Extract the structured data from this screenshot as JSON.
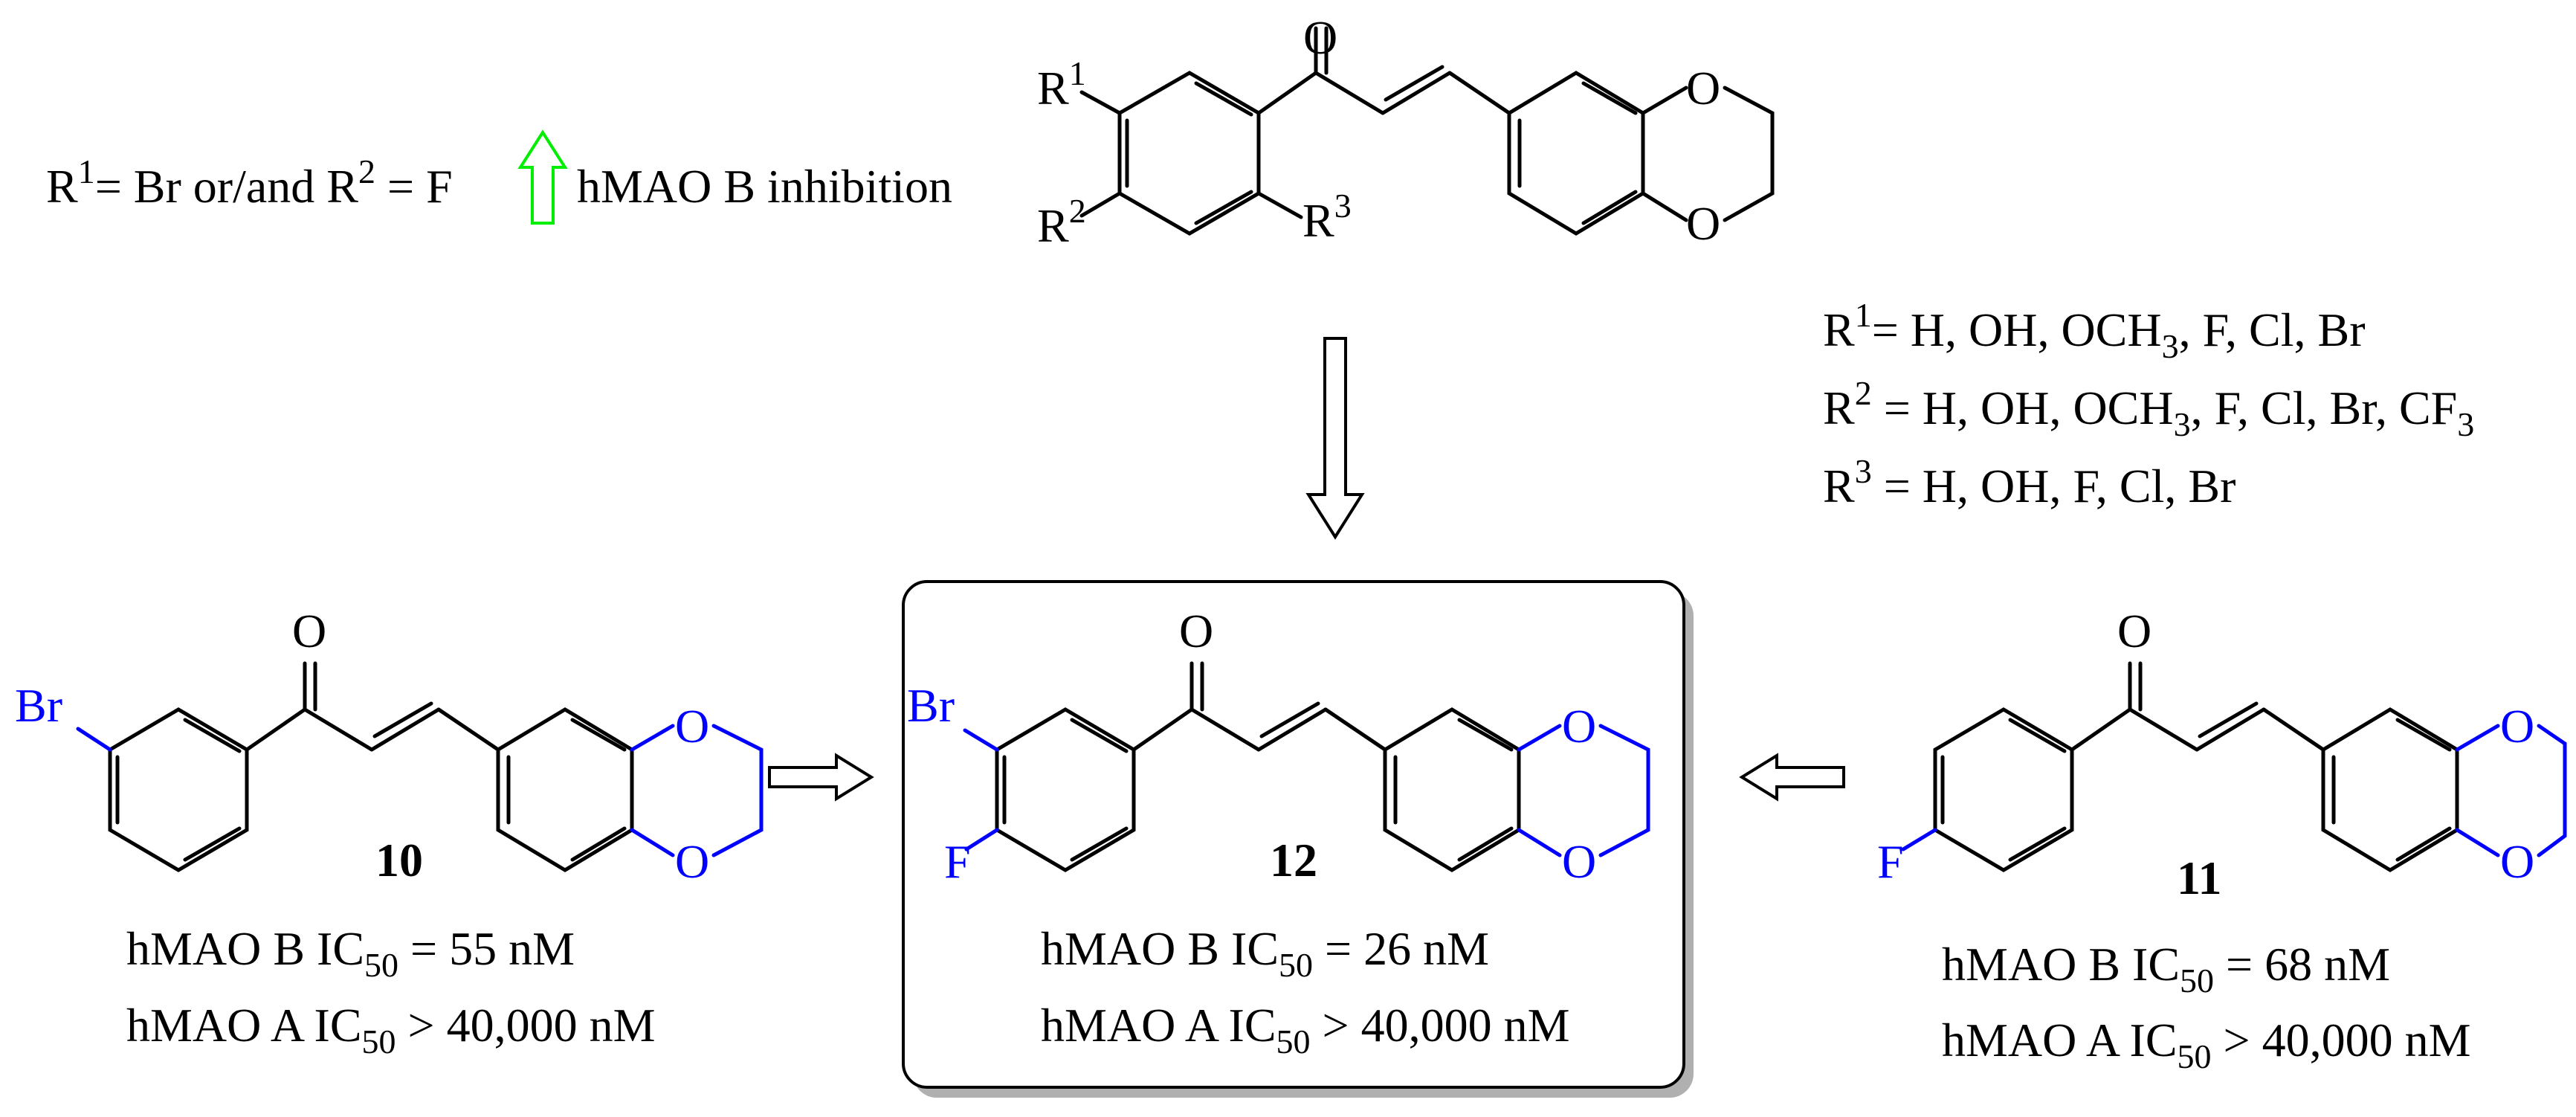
{
  "colors": {
    "structure": "#000000",
    "highlight": "#0000ff",
    "arrow_up": "#00ee00",
    "box_shadow": "#b0b0b0"
  },
  "sar_note": {
    "r1": "R",
    "r1_sup": "1",
    "eq1": "= Br or/and R",
    "r2_sup": "2",
    "eq2": " = F",
    "effect": "hMAO B inhibition",
    "arrow_icon": "up-arrow"
  },
  "substituents": {
    "r1_label": "R",
    "r1_sup": "1",
    "r1_values": "= H, OH, OCH",
    "r1_sub": "3",
    "r1_values_tail": ", F, Cl, Br",
    "r2_label": "R",
    "r2_sup": "2",
    "r2_values": " = H, OH, OCH",
    "r2_sub": "3",
    "r2_values_mid": ", F, Cl, Br, CF",
    "r2_sub2": "3",
    "r3_label": "R",
    "r3_sup": "3",
    "r3_values": " = H, OH, F, Cl, Br"
  },
  "atoms": {
    "oxygen": "O",
    "bromine": "Br",
    "fluorine": "F",
    "r": "R",
    "r1_sup": "1",
    "r2_sup": "2",
    "r3_sup": "3"
  },
  "compounds": [
    {
      "id": "10",
      "activity_b_prefix": "hMAO B IC",
      "activity_b_sub": "50",
      "activity_b_value": " = 55 nM",
      "activity_a_prefix": "hMAO A IC",
      "activity_a_sub": "50",
      "activity_a_value": " > 40,000 nM"
    },
    {
      "id": "12",
      "activity_b_prefix": "hMAO B IC",
      "activity_b_sub": "50",
      "activity_b_value": " = 26 nM",
      "activity_a_prefix": "hMAO A IC",
      "activity_a_sub": "50",
      "activity_a_value": " > 40,000 nM"
    },
    {
      "id": "11",
      "activity_b_prefix": "hMAO B IC",
      "activity_b_sub": "50",
      "activity_b_value": " = 68 nM",
      "activity_a_prefix": "hMAO A IC",
      "activity_a_sub": "50",
      "activity_a_value": " > 40,000 nM"
    }
  ]
}
